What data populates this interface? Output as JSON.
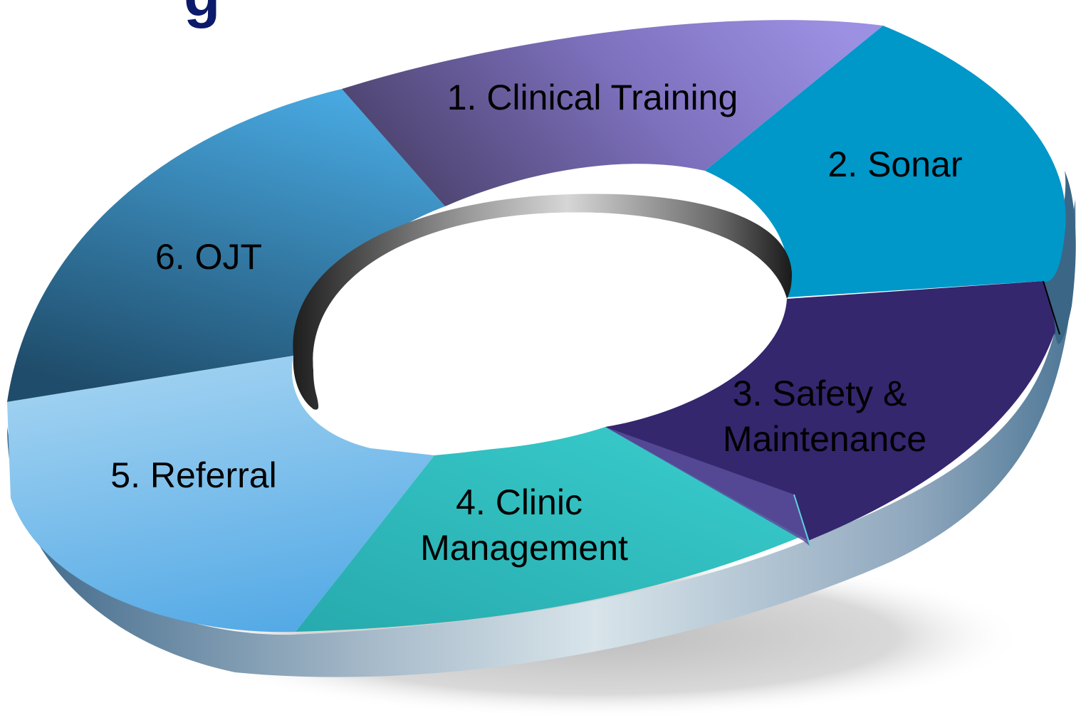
{
  "title_fragment": "g",
  "colors": {
    "title": "#0b1a6b",
    "clinical_training": [
      "#4e4673",
      "#9a8fe0"
    ],
    "sonar": "#0097c9",
    "safety_maintenance": "#34276e",
    "clinic_management": [
      "#27aeaf",
      "#38cccc"
    ],
    "referral": [
      "#5aaee6",
      "#9ccff0"
    ],
    "ojt": [
      "#255a7c",
      "#47a6de"
    ],
    "hole_wall": [
      "#2a2a2a",
      "#d8d8d8"
    ]
  },
  "segments": [
    {
      "id": "clinical-training",
      "label_lines": [
        "1. Clinical Training"
      ]
    },
    {
      "id": "sonar",
      "label_lines": [
        "2. Sonar"
      ]
    },
    {
      "id": "safety-maintenance",
      "label_lines": [
        "3. Safety &",
        "Maintenance"
      ]
    },
    {
      "id": "clinic-management",
      "label_lines": [
        "4. Clinic",
        "Management"
      ]
    },
    {
      "id": "referral",
      "label_lines": [
        "5. Referral"
      ]
    },
    {
      "id": "ojt",
      "label_lines": [
        "6. OJT"
      ]
    }
  ]
}
